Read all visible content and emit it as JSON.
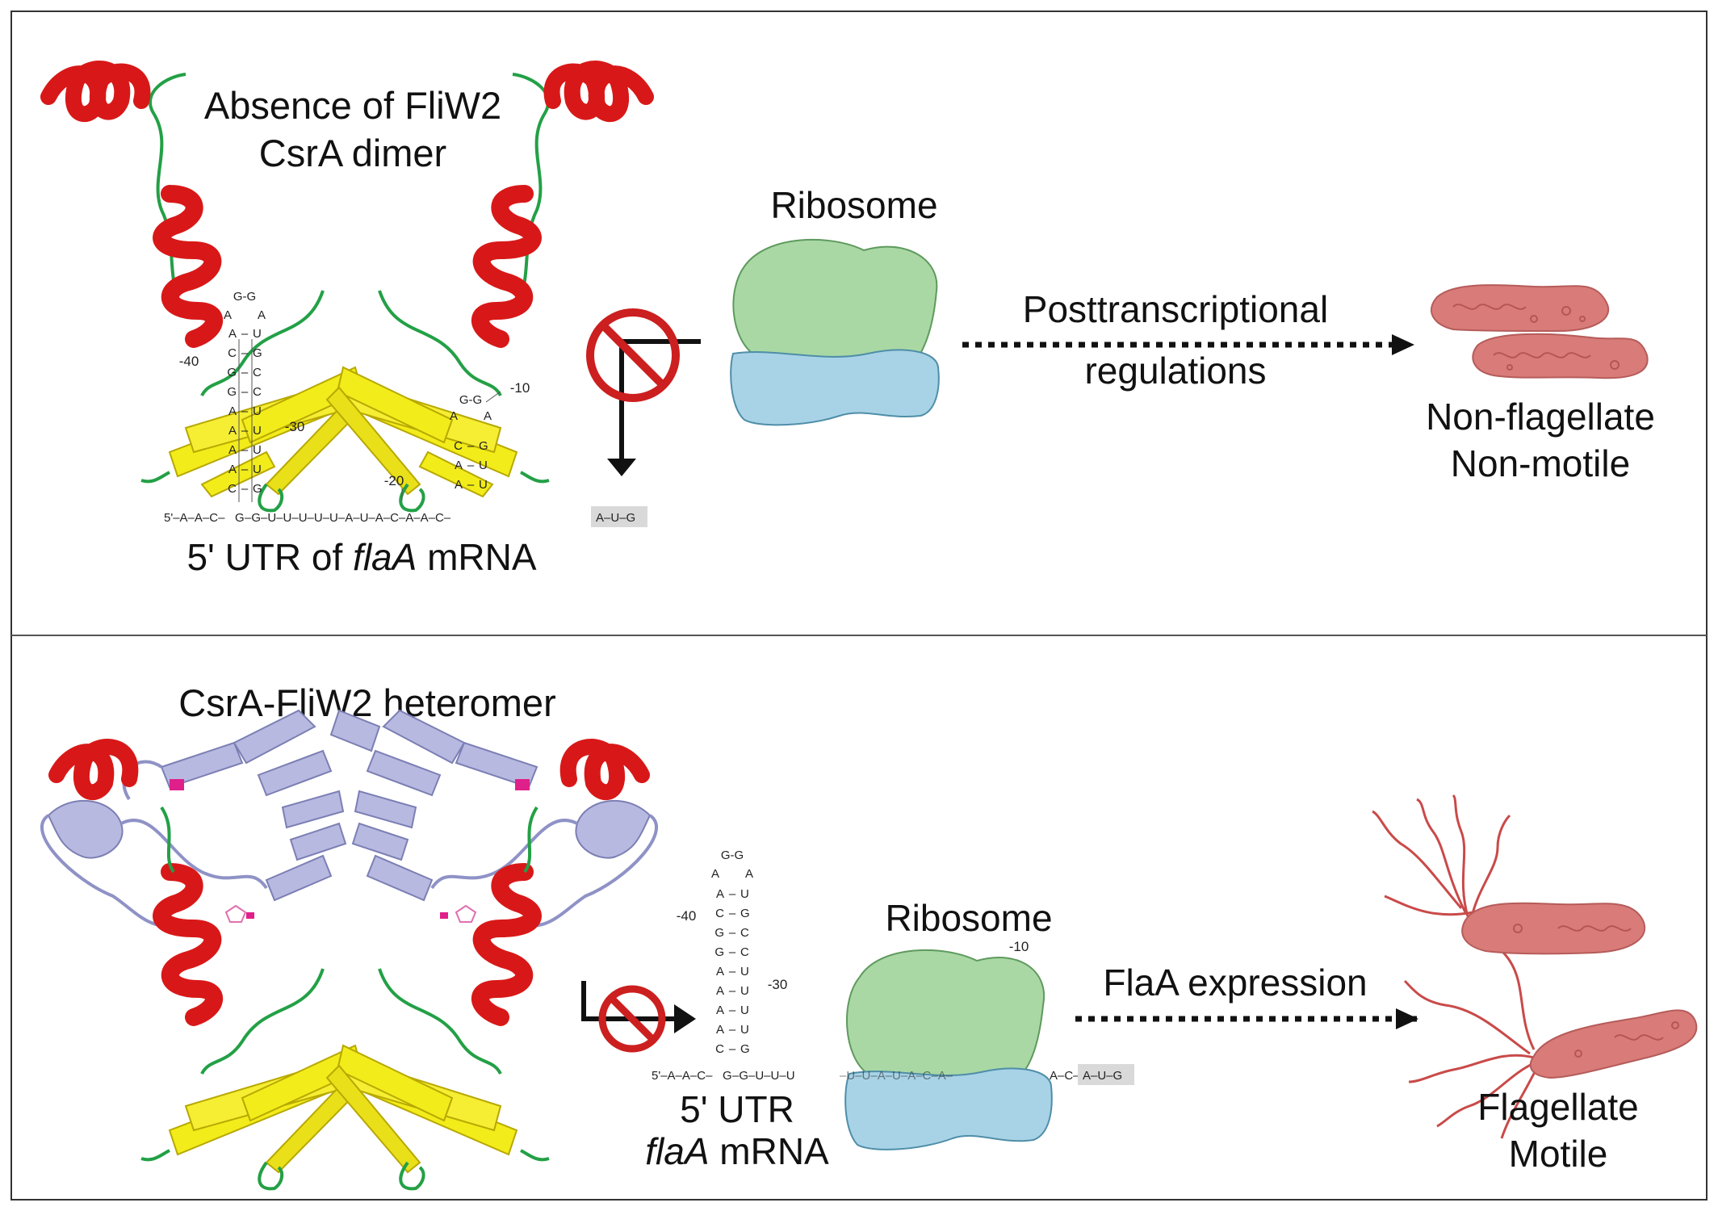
{
  "top_panel": {
    "heading_line1": "Absence of FliW2",
    "heading_line2": "CsrA dimer",
    "ribosome_label": "Ribosome",
    "arrow_label_line1": "Posttranscriptional",
    "arrow_label_line2": "regulations",
    "outcome_line1": "Non-flagellate",
    "outcome_line2": "Non-motile",
    "utr_caption_prefix": "5' UTR of ",
    "utr_caption_gene": "flaA",
    "utr_caption_suffix": " mRNA"
  },
  "bottom_panel": {
    "heading": "CsrA-FliW2 heteromer",
    "ribosome_label": "Ribosome",
    "arrow_label": "FlaA expression",
    "outcome_line1": "Flagellate",
    "outcome_line2": "Motile",
    "utr_caption_line1": "5' UTR",
    "utr_caption_gene": "flaA",
    "utr_caption_suffix": " mRNA"
  },
  "stem_loop": {
    "loop": "G-G",
    "loop_sides": [
      "A",
      "A"
    ],
    "pairs": [
      [
        "A",
        "U"
      ],
      [
        "C",
        "G"
      ],
      [
        "G",
        "C"
      ],
      [
        "G",
        "C"
      ],
      [
        "A",
        "U"
      ],
      [
        "A",
        "U"
      ],
      [
        "A",
        "U"
      ],
      [
        "A",
        "U"
      ],
      [
        "C",
        "G"
      ]
    ],
    "pos_40": "-40",
    "pos_30": "-30"
  },
  "hairpin2": {
    "loop_top": "G-G",
    "loop_sides": [
      "A",
      "A"
    ],
    "pairs": [
      [
        "C",
        "G"
      ],
      [
        "A",
        "U"
      ],
      [
        "A",
        "U"
      ]
    ],
    "pos_10": "-10",
    "pos_20": "-20"
  },
  "sequence": {
    "top_five_prime": "5'–A–A–C–",
    "top_stem_base": "G",
    "top_linker": "–G–U–U–U–U–U–A–U–A–C–A–A–C–",
    "top_start_codon": "A–U–G",
    "bottom_five_prime": "5'–A–A–C–",
    "bottom_stem_base": "G",
    "bottom_linker": "–G–U–U–U",
    "bottom_hidden": "–U–U–A–U–A–C–A–",
    "bottom_tail": "A–C–",
    "bottom_start_codon": "A–U–G",
    "bottom_pos_10": "-10"
  },
  "colors": {
    "helix_red": "#d81818",
    "strand_yellow": "#f2ec1a",
    "loop_green": "#23a046",
    "fliw2_lavender": "#b7b9e0",
    "fliw2_magenta": "#e0208a",
    "ribosome_large": "#a9d8a5",
    "ribosome_small": "#a8d3e6",
    "bacterium": "#d97b79",
    "prohibit_red": "#cc1f1f",
    "start_codon_box": "#d9d9d9",
    "frame": "#333333"
  },
  "icons": [
    "prohibition-sign-icon",
    "promoter-arrow-icon",
    "ribosome-icon",
    "bacterium-icon",
    "flagella-icon",
    "csra-protein-icon",
    "fliw2-protein-icon"
  ]
}
